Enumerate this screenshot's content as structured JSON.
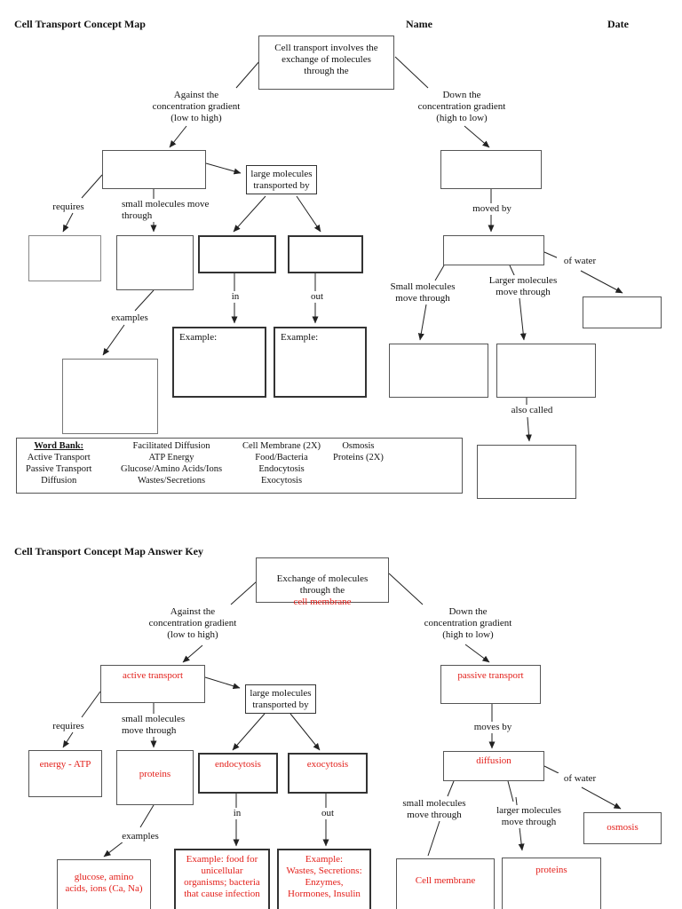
{
  "colors": {
    "answer_red": "#e3201b",
    "line": "#222222"
  },
  "header": {
    "title": "Cell Transport Concept Map",
    "name_label": "Name",
    "date_label": "Date"
  },
  "blank_map": {
    "root": "Cell transport involves the\nexchange of molecules\nthrough the",
    "against": "Against the\nconcentration gradient\n(low to high)",
    "down": "Down the\nconcentration gradient\n(high to low)",
    "requires": "requires",
    "small_molecules": "small molecules move\nthrough",
    "large_molecules": "large molecules\ntransported by",
    "moved_by": "moved by",
    "small_molecules_right": "Small molecules\nmove through",
    "larger_molecules_right": "Larger molecules\nmove through",
    "of_water": "of water",
    "in_label": "in",
    "out_label": "out",
    "examples": "examples",
    "example_in": "Example:",
    "example_out": "Example:",
    "also_called": "also called"
  },
  "word_bank": {
    "title": "Word Bank:",
    "col1": [
      "Active Transport",
      "Passive Transport",
      "Diffusion"
    ],
    "col2": [
      "Facilitated Diffusion",
      "ATP Energy",
      "Glucose/Amino Acids/Ions",
      "Wastes/Secretions"
    ],
    "col3": [
      "Cell Membrane (2X)",
      "Food/Bacteria",
      "Endocytosis",
      "Exocytosis"
    ],
    "col4": [
      "Osmosis",
      "Proteins (2X)"
    ]
  },
  "answer_key": {
    "title": "Cell Transport Concept Map Answer Key",
    "root_top": "Exchange of molecules\nthrough the",
    "root_answer": "cell membrane",
    "against": "Against the\nconcentration gradient\n(low to high)",
    "down": "Down the\nconcentration gradient\n(high to low)",
    "requires": "requires",
    "small_molecules": "small molecules\nmove through",
    "large_molecules": "large molecules\ntransported by",
    "moves_by": "moves by",
    "active_transport": "active transport",
    "passive_transport": "passive transport",
    "energy_atp": "energy - ATP",
    "proteins_small": "proteins",
    "endocytosis": "endocytosis",
    "exocytosis": "exocytosis",
    "diffusion": "diffusion",
    "of_water": "of water",
    "osmosis": "osmosis",
    "small_molecules_right": "small molecules\nmove through",
    "larger_molecules_right": "larger molecules\nmove through",
    "in_label": "in",
    "out_label": "out",
    "examples": "examples",
    "glucose": "glucose, amino\nacids, ions (Ca, Na)",
    "example_in": "Example: food for\nunicellular\norganisms; bacteria\nthat cause infection",
    "example_out": "Example:\nWastes, Secretions:\nEnzymes,\nHormones, Insulin",
    "cell_membrane": "Cell membrane",
    "proteins_large": "proteins"
  }
}
